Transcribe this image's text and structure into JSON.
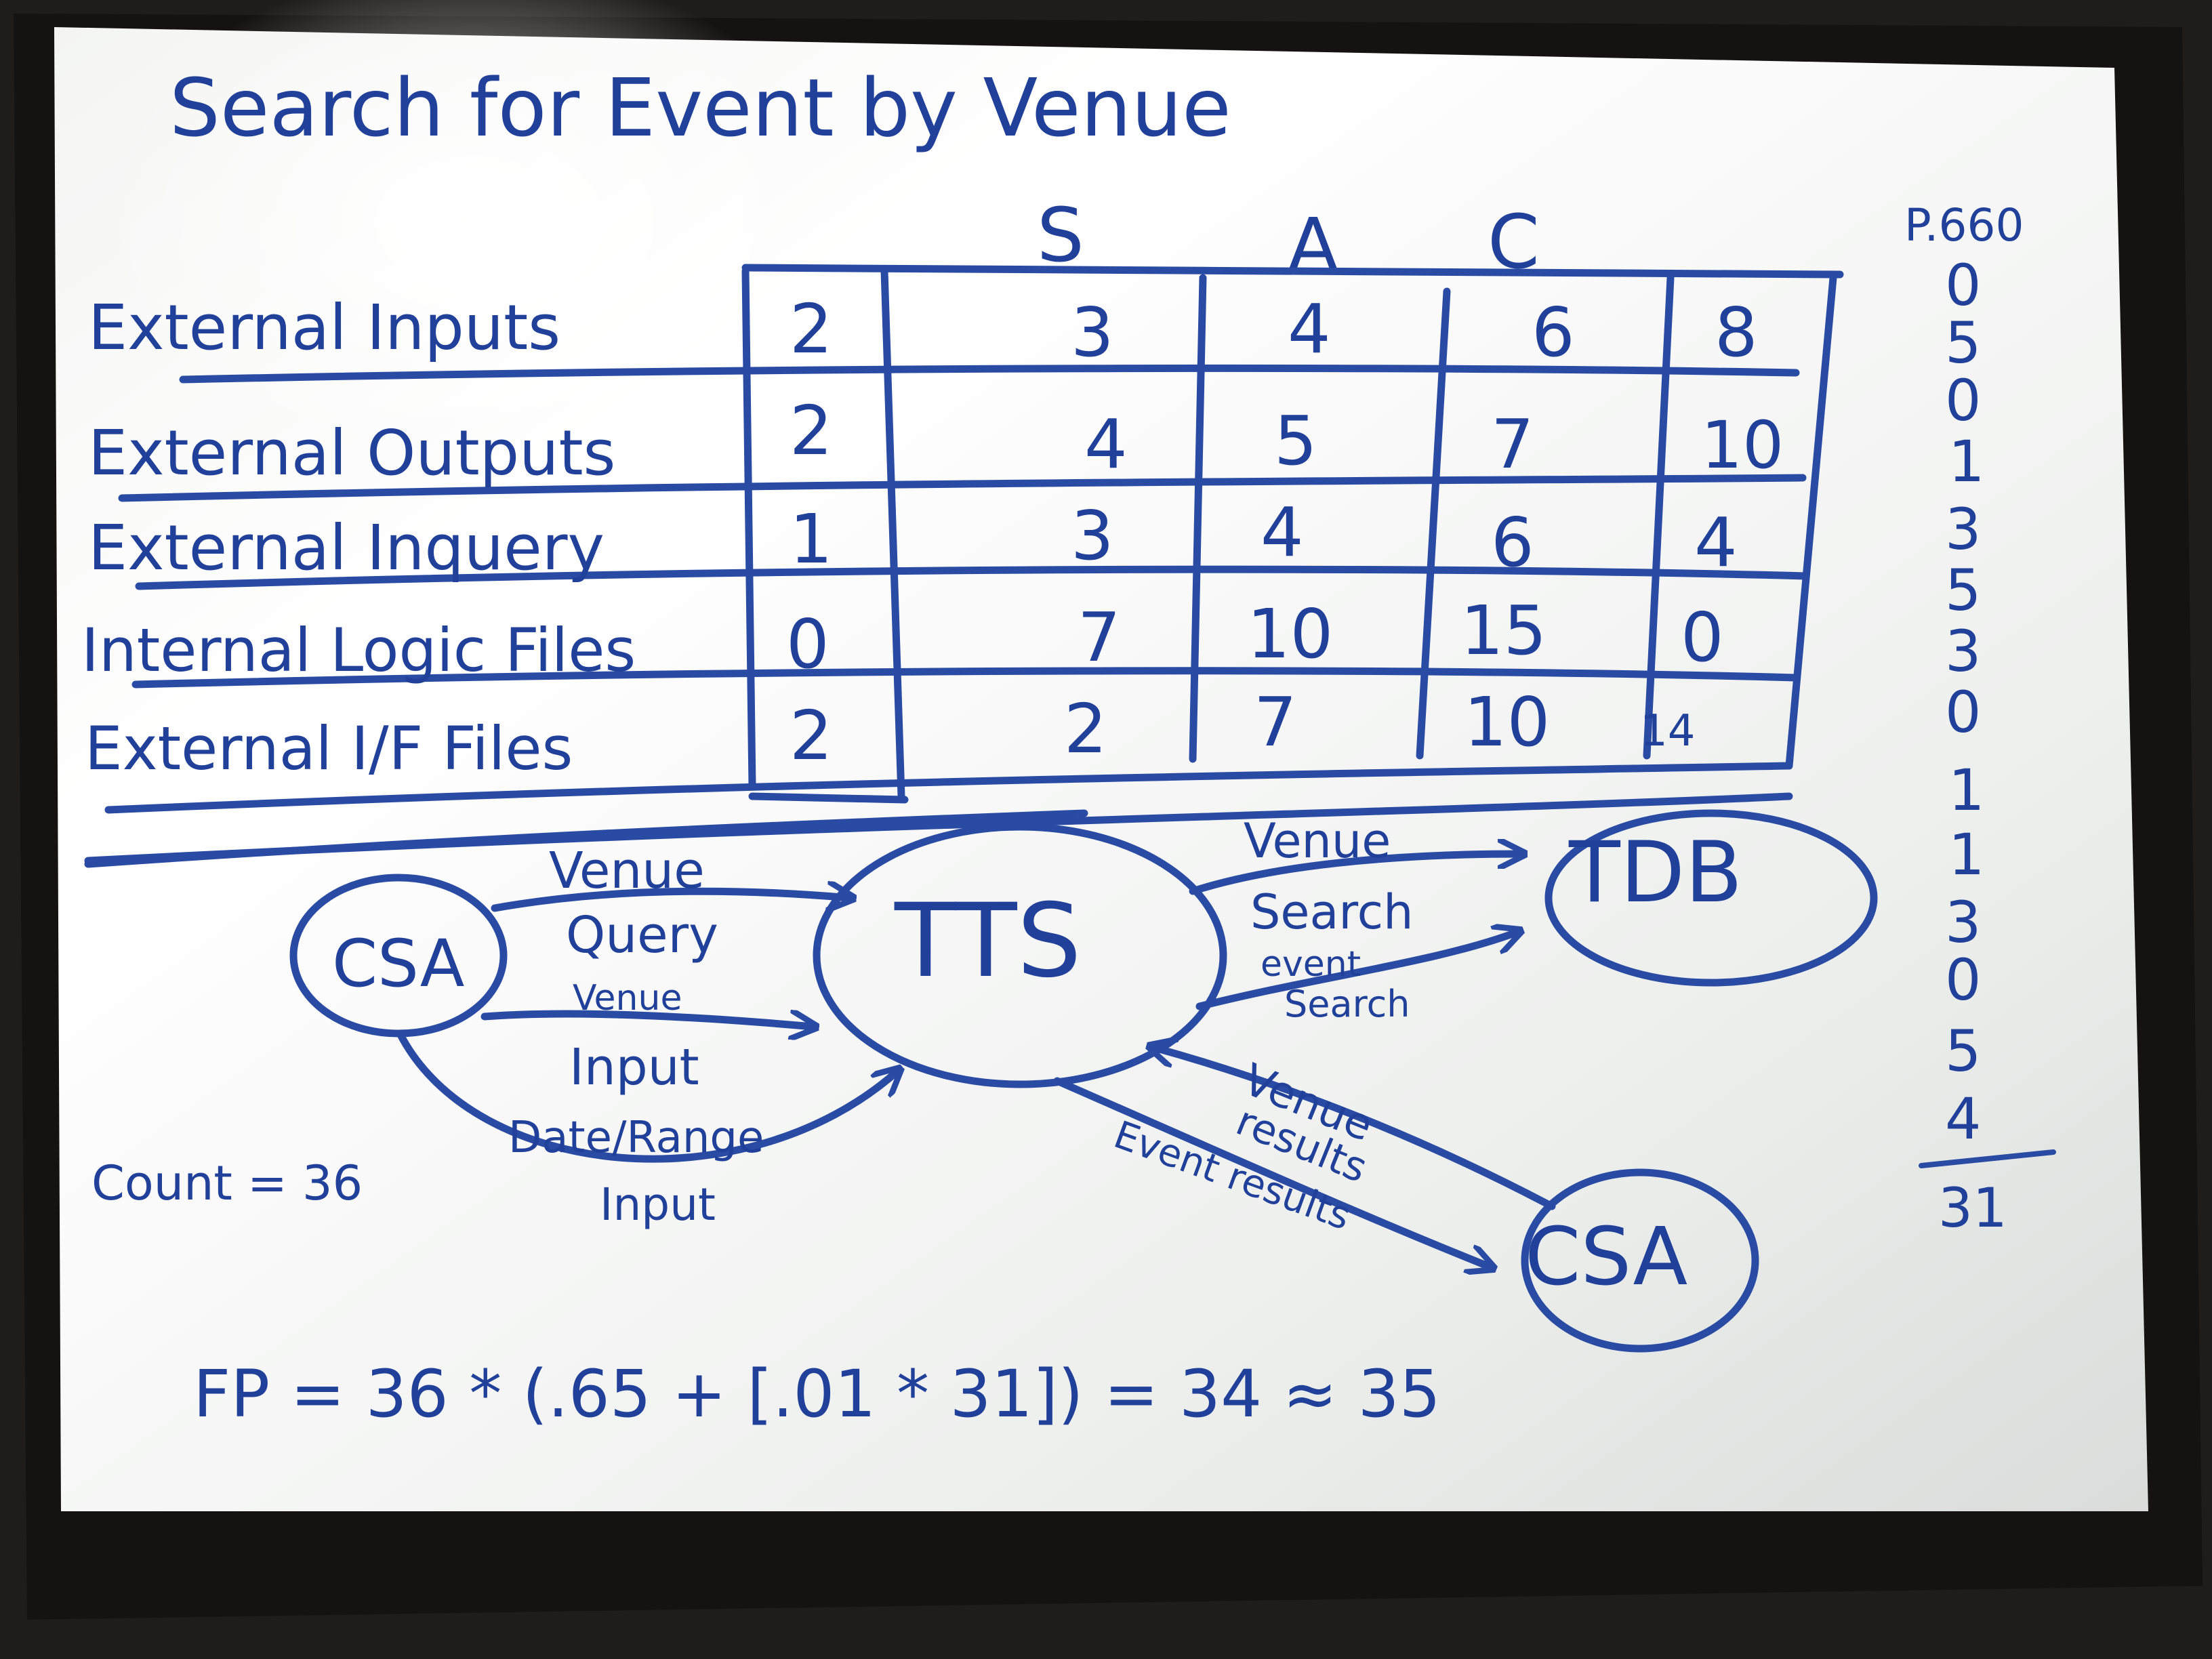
{
  "board": {
    "title": "Search for Event by Venue",
    "column_headers": [
      "S",
      "A",
      "C"
    ],
    "page_label": "P.660",
    "side_numbers": [
      "0",
      "5",
      "0",
      "1",
      "3",
      "5",
      "3",
      "0",
      "1",
      "1",
      "3",
      "0",
      "5",
      "4"
    ],
    "side_total": "31",
    "count": "Count = 36",
    "formula": "FP = 36 * (.65 + [.01 * 31]) = 34 ≈ 35"
  },
  "table": {
    "rows": [
      {
        "label": "External Inputs",
        "values": [
          "2",
          "3",
          "4",
          "6",
          "8"
        ]
      },
      {
        "label": "External Outputs",
        "values": [
          "2",
          "4",
          "5",
          "7",
          "10"
        ]
      },
      {
        "label": "External Inquery",
        "values": [
          "1",
          "3",
          "4",
          "6",
          "4"
        ]
      },
      {
        "label": "Internal Logic Files",
        "values": [
          "0",
          "7",
          "10",
          "15",
          "0"
        ]
      },
      {
        "label": "External I/F Files",
        "values": [
          "2",
          "2",
          "7",
          "10",
          "14"
        ]
      }
    ]
  },
  "diagram": {
    "nodes": {
      "csa_left": "CSA",
      "tts": "TTS",
      "tdb": "TDB",
      "csa_right": "CSA"
    },
    "labels": {
      "venue_query_1": "Venue",
      "venue_query_2": "Query",
      "venue_input_1": "Venue",
      "venue_input_2": "Input",
      "date_range_1": "Date/Range",
      "date_range_2": "Input",
      "venue_search_1": "Venue",
      "venue_search_2": "Search",
      "event_search_1": "event",
      "event_search_2": "Search",
      "venue_results_1": "Venue",
      "venue_results_2": "results",
      "event_results": "Event results"
    }
  }
}
